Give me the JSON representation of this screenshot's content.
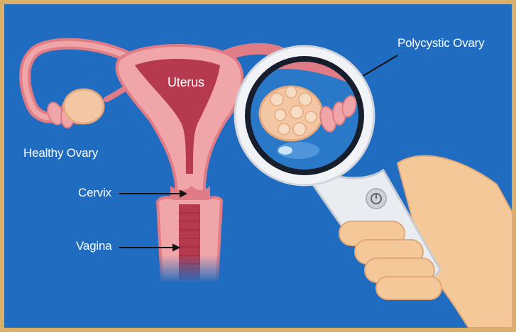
{
  "labels": {
    "uterus": "Uterus",
    "healthy_ovary": "Healthy Ovary",
    "cervix": "Cervix",
    "vagina": "Vagina",
    "polycystic_ovary": "Polycystic Ovary"
  },
  "colors": {
    "frame": "#d9b06a",
    "background": "#1f6cc0",
    "tissue_light": "#f0a5a8",
    "tissue_mid": "#e07c86",
    "tissue_dark": "#b53a4f",
    "ovary": "#f3c7a3",
    "skin": "#f5c89a",
    "magnifier_rim": "#f1f3f6",
    "lens": "#2a78c8"
  }
}
